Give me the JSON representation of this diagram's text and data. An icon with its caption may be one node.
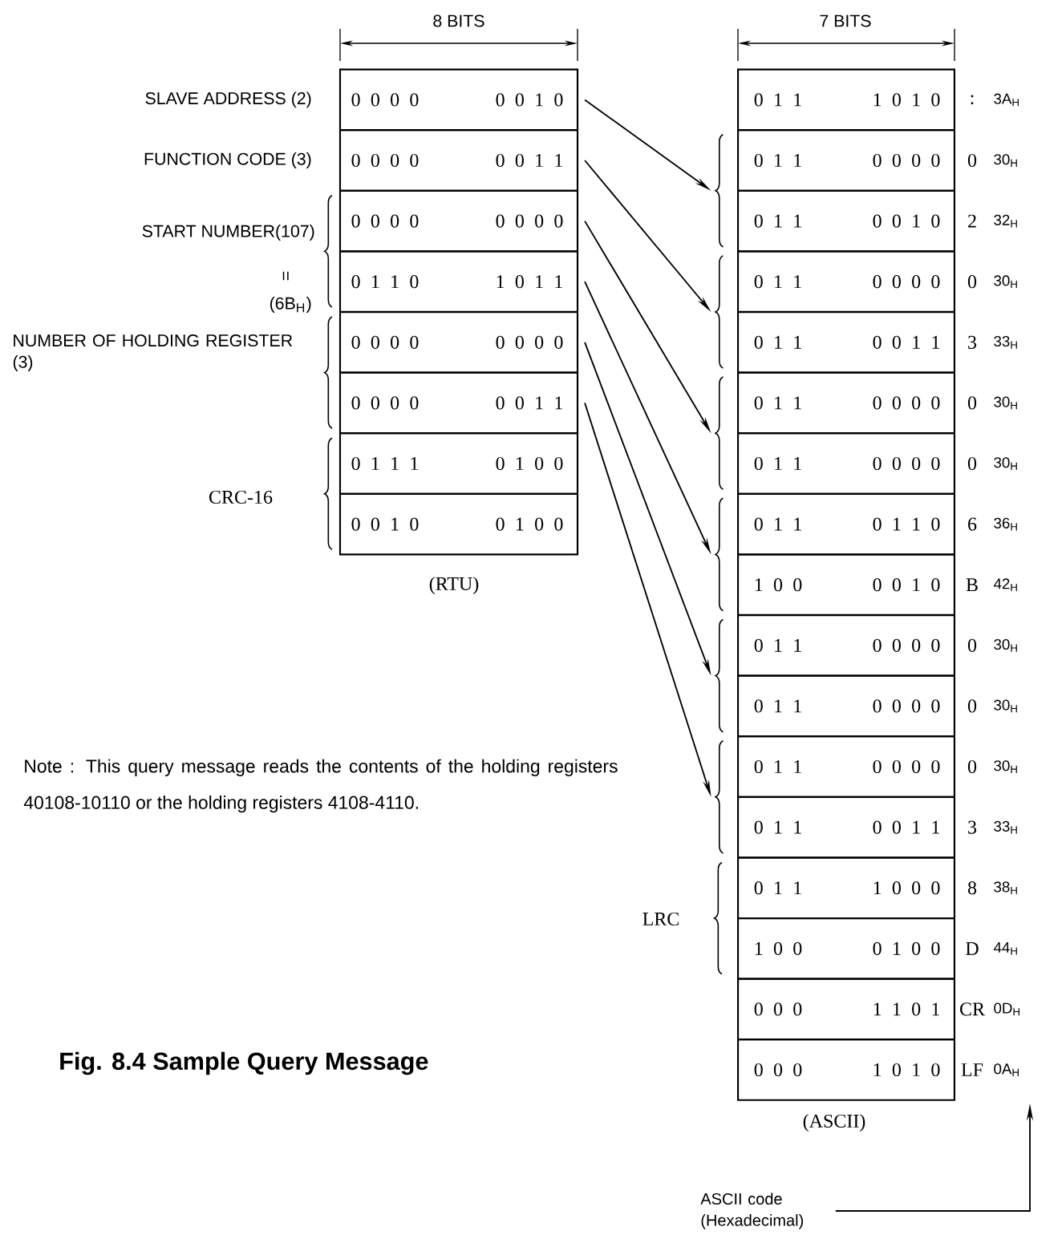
{
  "diagram": {
    "caption": "Fig. 8.4 Sample Query Message",
    "nodes": [
      {
        "text": [
          "0 0 0 0",
          "0 0 1 0"
        ]
      },
      {
        "text": [
          "0 0 0 0",
          "0 0 1 1"
        ]
      },
      {
        "text": [
          "0 0 0 0",
          "0 0 0 0"
        ]
      },
      {
        "text": [
          "0 1 1 0",
          "1 0 1 1"
        ]
      },
      {
        "text": [
          "0 0 0 0",
          "0 0 0 0"
        ]
      },
      {
        "text": [
          "0 0 0 0",
          "0 0 1 1"
        ]
      },
      {
        "text": [
          "0 1 1 1",
          "0 1 0 0"
        ]
      },
      {
        "text": [
          "0 0 1 0",
          "0 1 0 0"
        ]
      },
      {
        "text": [
          "0 1 1",
          "1 0 1 0"
        ],
        "beside": [
          ":",
          "3A$_{H}$"
        ]
      },
      {
        "text": [
          "0 1 1",
          "0 0 0 0"
        ],
        "beside": [
          "0",
          "30$_{H}$"
        ]
      },
      {
        "text": [
          "0 1 1",
          "0 0 1 0"
        ],
        "beside": [
          "2",
          "32$_{H}$"
        ]
      },
      {
        "text": [
          "0 1 1",
          "0 0 0 0"
        ],
        "beside": [
          "0",
          "30$_{H}$"
        ]
      },
      {
        "text": [
          "0 1 1",
          "0 0 1 1"
        ],
        "beside": [
          "3",
          "33$_{H}$"
        ]
      },
      {
        "text": [
          "0 1 1",
          "0 0 0 0"
        ],
        "beside": [
          "0",
          "30$_{H}$"
        ]
      },
      {
        "text": [
          "0 1 1",
          "0 0 0 0"
        ],
        "beside": [
          "0",
          "30$_{H}$"
        ]
      },
      {
        "text": [
          "0 1 1",
          "0 1 1 0"
        ],
        "beside": [
          "6",
          "36$_{H}$"
        ]
      },
      {
        "text": [
          "1 0 0",
          "0 0 1 0"
        ],
        "beside": [
          "B",
          "42$_{H}$"
        ]
      },
      {
        "text": [
          "0 1 1",
          "0 0 0 0"
        ],
        "beside": [
          "0",
          "30$_{H}$"
        ]
      },
      {
        "text": [
          "0 1 1",
          "0 0 0 0"
        ],
        "beside": [
          "0",
          "30$_{H}$"
        ]
      },
      {
        "text": [
          "0 1 1",
          "0 0 0 0"
        ],
        "beside": [
          "0",
          "30$_{H}$"
        ]
      },
      {
        "text": [
          "0 1 1",
          "0 0 1 1"
        ],
        "beside": [
          "3",
          "33$_{H}$"
        ]
      },
      {
        "text": [
          "0 1 1",
          "1 0 0 0"
        ],
        "beside": [
          "8",
          "38$_{H}$"
        ]
      },
      {
        "text": [
          "1 0 0",
          "0 1 0 0"
        ],
        "beside": [
          "D",
          "44$_{H}$"
        ]
      },
      {
        "text": [
          "0 0 0",
          "1 1 0 1"
        ],
        "beside": [
          "CR",
          "0D$_{H}$"
        ]
      },
      {
        "text": [
          "0 0 0",
          "1 0 1 0"
        ],
        "beside": [
          "LF",
          "0A$_{H}$"
        ]
      },
      {
        "text": [],
        "shape": "brace"
      },
      {
        "text": [],
        "shape": "brace"
      },
      {
        "text": [],
        "shape": "brace"
      },
      {
        "text": [],
        "shape": "brace"
      },
      {
        "text": [],
        "shape": "brace"
      },
      {
        "text": [],
        "shape": "brace"
      },
      {
        "text": [
          "ASCII code (Hexadecimal)"
        ]
      }
    ],
    "edges": [
      {
        "from": 0,
        "to": 25,
        "arrow": "to"
      },
      {
        "from": 1,
        "to": 26,
        "arrow": "to"
      },
      {
        "from": 2,
        "to": 27,
        "arrow": "to"
      },
      {
        "from": 3,
        "to": 28,
        "arrow": "to"
      },
      {
        "from": 4,
        "to": 29,
        "arrow": "to"
      },
      {
        "from": 5,
        "to": 30,
        "arrow": "to"
      },
      {
        "from": 31,
        "to": null,
        "arrow": "to"
      }
    ],
    "labels": [
      "8 BITS",
      "7 BITS",
      "SLAVE ADDRESS (2)",
      "FUNCTION CODE (3)",
      "START NUMBER(107)",
      "=",
      "(6B$_{H}$)",
      "NUMBER OF HOLDING REGISTER (3)",
      "CRC-16",
      "(RTU)",
      "Note : This query message reads the contents of the holding registers 40108-10110 or the holding registers 4108-4110.",
      "LRC",
      "(ASCII)"
    ]
  }
}
